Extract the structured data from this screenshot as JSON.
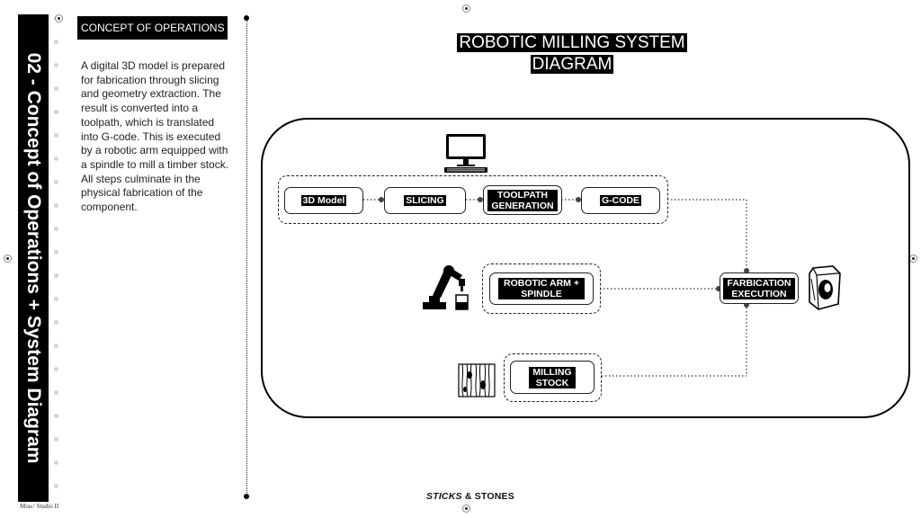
{
  "sidebar": {
    "title": "02 - Concept of Operations + System Diagram",
    "footer": "Mrac/ Studio II"
  },
  "section": {
    "label": "CONCEPT OF OPERATIONS",
    "body": "A digital 3D model is prepared for fabrication through slicing and geometry extraction. The result is converted into a toolpath, which is translated into G-code. This is executed by a robotic arm equipped with a spindle to mill a timber stock. All steps culminate in the physical fabrication of the component."
  },
  "diagram": {
    "title_line1": "ROBOTIC MILLING SYSTEM",
    "title_line2": "DIAGRAM",
    "steps": {
      "model": "3D Model",
      "slicing": "SLICING",
      "toolpath": "TOOLPATH GENERATION",
      "gcode": "G-CODE",
      "robot": "ROBOTIC ARM + SPINDLE",
      "stock": "MILLING STOCK",
      "execution": "FARBICATION EXECUTION"
    },
    "icons": {
      "computer": "computer-monitor-icon",
      "robot": "robotic-arm-icon",
      "stock": "timber-stock-icon",
      "part": "fabricated-part-icon"
    }
  },
  "footer": {
    "brand_part1": "STICKS",
    "brand_amp": " & ",
    "brand_part2": "STONES"
  }
}
